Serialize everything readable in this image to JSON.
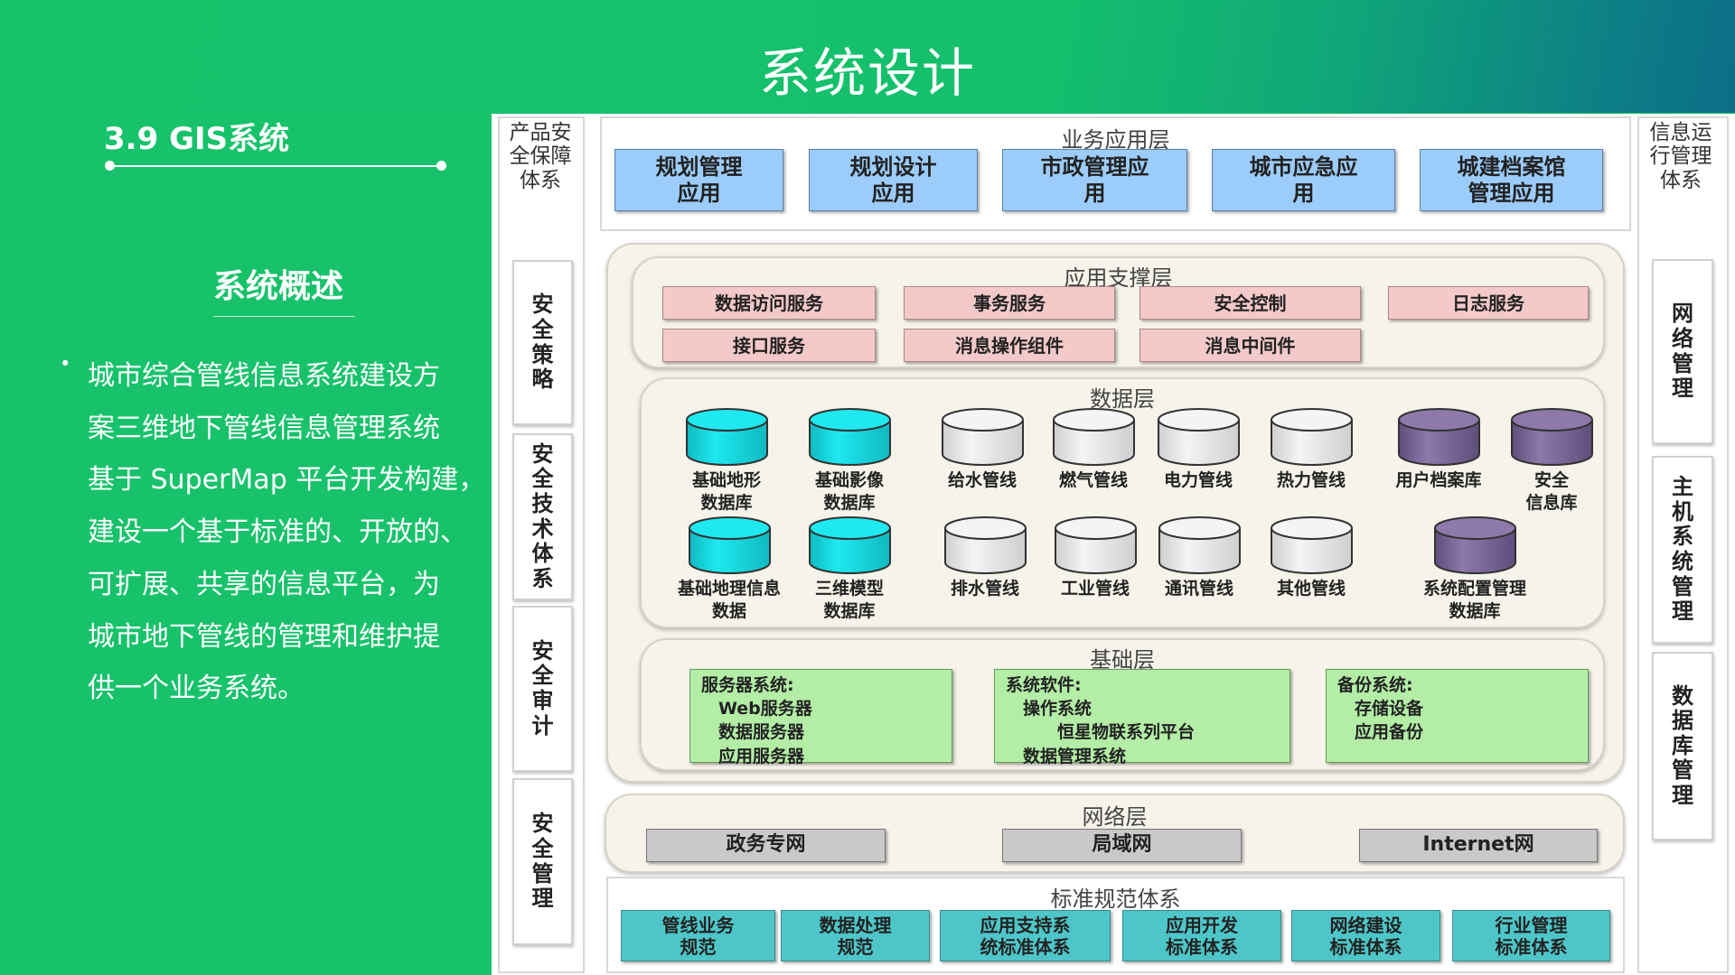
{
  "title": "系统设计",
  "section": "3.9 GIS系统",
  "overview_title": "系统概述",
  "bullet_lines": [
    "城市综合管线信息系统建设方",
    "案三维地下管线信息管理系统",
    "基于 SuperMap 平台开发构建，",
    "建设一个基于标准的、开放的、",
    "可扩展、共享的信息平台，为",
    "城市地下管线的管理和维护提",
    "供一个业务系统。"
  ],
  "colors": {
    "cyan": "#1ee9ef",
    "white": "#f4f4f4",
    "purple": "#8d7aaa"
  },
  "left_column": {
    "title": "产品安全保障体系",
    "items": [
      "安全策略",
      "安全技术体系",
      "安全审计",
      "安全管理"
    ]
  },
  "right_column": {
    "title": "信息运行管理体系",
    "items": [
      "网络管理",
      "主机系统管理",
      "数据库管理"
    ]
  },
  "business_layer": {
    "title": "业务应用层",
    "items": [
      "规划管理\n应用",
      "规划设计\n应用",
      "市政管理应\n用",
      "城市应急应\n用",
      "城建档案馆\n管理应用"
    ]
  },
  "support_layer": {
    "title": "应用支撑层",
    "items": [
      "数据访问服务",
      "事务服务",
      "安全控制",
      "日志服务",
      "接口服务",
      "消息操作组件",
      "消息中间件"
    ]
  },
  "data_layer": {
    "title": "数据层",
    "row1": [
      {
        "label": "基础地形\n数据库",
        "color": "cyan"
      },
      {
        "label": "基础影像\n数据库",
        "color": "cyan"
      },
      {
        "label": "给水管线",
        "color": "white"
      },
      {
        "label": "燃气管线",
        "color": "white"
      },
      {
        "label": "电力管线",
        "color": "white"
      },
      {
        "label": "热力管线",
        "color": "white"
      },
      {
        "label": "用户档案库",
        "color": "purple"
      },
      {
        "label": "安全\n信息库",
        "color": "purple"
      }
    ],
    "row2": [
      {
        "label": "基础地理信息\n数据",
        "color": "cyan"
      },
      {
        "label": "三维模型\n数据库",
        "color": "cyan"
      },
      {
        "label": "排水管线",
        "color": "white"
      },
      {
        "label": "工业管线",
        "color": "white"
      },
      {
        "label": "通讯管线",
        "color": "white"
      },
      {
        "label": "其他管线",
        "color": "white"
      },
      {
        "label": "系统配置管理\n数据库",
        "color": "purple"
      }
    ]
  },
  "base_layer": {
    "title": "基础层",
    "items": [
      {
        "lines": [
          "服务器系统:",
          "　Web服务器",
          "　数据服务器",
          "　应用服务器"
        ]
      },
      {
        "lines": [
          "系统软件:",
          "　操作系统",
          "　　　恒星物联系列平台",
          "　数据管理系统"
        ]
      },
      {
        "lines": [
          "备份系统:",
          "　存储设备",
          "　应用备份"
        ]
      }
    ]
  },
  "network_layer": {
    "title": "网络层",
    "items": [
      "政务专网",
      "局域网",
      "Internet网"
    ]
  },
  "standards": {
    "title": "标准规范体系",
    "items": [
      "管线业务\n规范",
      "数据处理\n规范",
      "应用支持系\n统标准体系",
      "应用开发\n标准体系",
      "网络建设\n标准体系",
      "行业管理\n标准体系"
    ]
  }
}
